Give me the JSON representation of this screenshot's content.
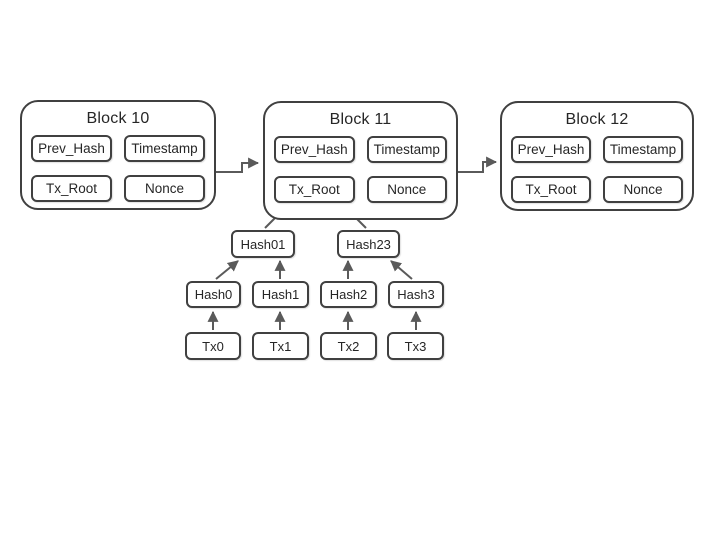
{
  "colors": {
    "background": "#ffffff",
    "box_border": "#404040",
    "text": "#262626",
    "arrow": "#5a5a5a"
  },
  "blocks": [
    {
      "title": "Block 10",
      "fields": [
        "Prev_Hash",
        "Timestamp",
        "Tx_Root",
        "Nonce"
      ]
    },
    {
      "title": "Block 11",
      "fields": [
        "Prev_Hash",
        "Timestamp",
        "Tx_Root",
        "Nonce"
      ]
    },
    {
      "title": "Block 12",
      "fields": [
        "Prev_Hash",
        "Timestamp",
        "Tx_Root",
        "Nonce"
      ]
    }
  ],
  "merkle_tree": {
    "parents": [
      "Hash01",
      "Hash23"
    ],
    "leaf_hashes": [
      "Hash0",
      "Hash1",
      "Hash2",
      "Hash3"
    ],
    "transactions": [
      "Tx0",
      "Tx1",
      "Tx2",
      "Tx3"
    ]
  }
}
